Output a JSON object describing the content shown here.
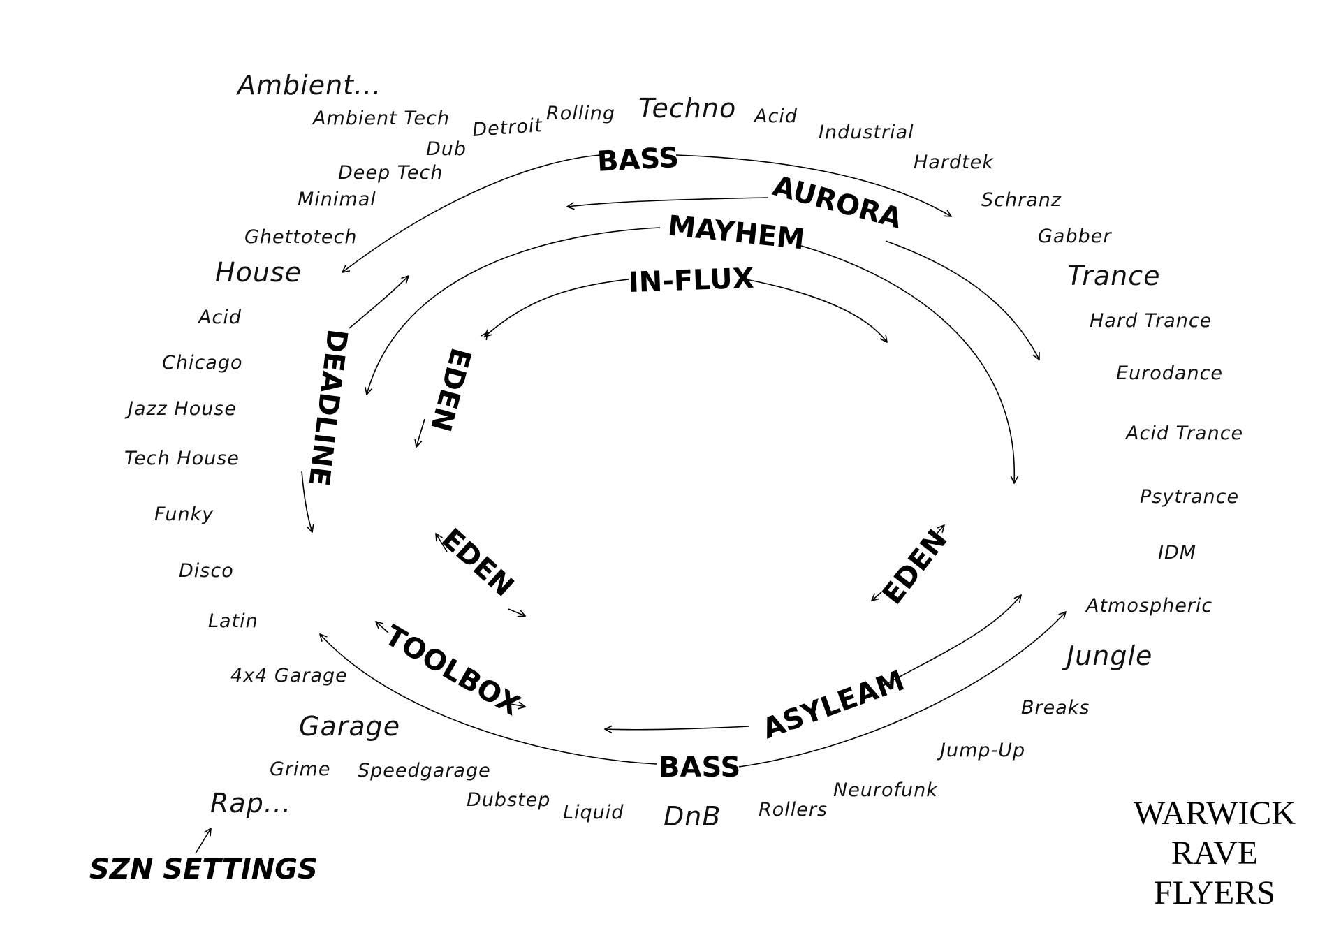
{
  "genres": {
    "ambient": "Ambient...",
    "ambient_tech": "Ambient Tech",
    "detroit": "Detroit",
    "rolling": "Rolling",
    "techno": "Techno",
    "acid_techno": "Acid",
    "industrial": "Industrial",
    "dub": "Dub",
    "hardtek": "Hardtek",
    "deep_tech": "Deep Tech",
    "schranz": "Schranz",
    "minimal": "Minimal",
    "gabber": "Gabber",
    "ghettotech": "Ghettotech",
    "house": "House",
    "trance": "Trance",
    "acid_house": "Acid",
    "hard_trance": "Hard Trance",
    "chicago": "Chicago",
    "eurodance": "Eurodance",
    "jazz_house": "Jazz House",
    "acid_trance": "Acid Trance",
    "tech_house": "Tech House",
    "psytrance": "Psytrance",
    "funky": "Funky",
    "idm": "IDM",
    "disco": "Disco",
    "atmospheric": "Atmospheric",
    "latin": "Latin",
    "jungle": "Jungle",
    "garage_4x4": "4x4 Garage",
    "breaks": "Breaks",
    "garage": "Garage",
    "jump_up": "Jump-Up",
    "grime": "Grime",
    "speedgarage": "Speedgarage",
    "neurofunk": "Neurofunk",
    "dubstep": "Dubstep",
    "liquid": "Liquid",
    "rollers": "Rollers",
    "rap": "Rap...",
    "dnb": "DnB"
  },
  "nights": {
    "bass_top": "BASS",
    "aurora": "AURORA",
    "mayhem": "MAYHEM",
    "in_flux": "IN-FLUX",
    "deadline": "DEADLINE",
    "eden_upper": "EDEN",
    "eden_lower_left": "EDEN",
    "eden_right": "EDEN",
    "toolbox": "TOOLBOX",
    "asyleam": "ASYLEAM",
    "bass_bottom": "BASS"
  },
  "footer": {
    "szn_settings": "SZN SETTINGS",
    "brand_line1": "WARWICK",
    "brand_line2": "RAVE",
    "brand_line3": "FLYERS"
  }
}
